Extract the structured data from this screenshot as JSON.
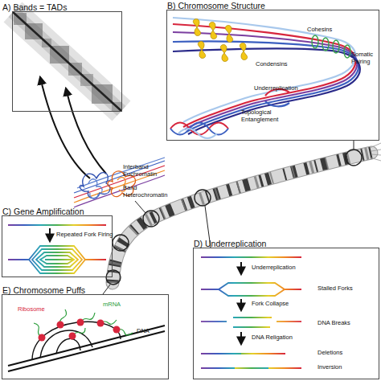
{
  "diagram": {
    "nodes": [
      {
        "text": [
          "A) Bands = TADs"
        ]
      },
      {
        "text": [
          "B) Chromosome Structure"
        ]
      },
      {
        "text": [
          "C) Gene Amplification"
        ]
      },
      {
        "text": [
          "D) Underreplication"
        ]
      },
      {
        "text": [
          "E) Chromosome Puffs"
        ]
      }
    ],
    "labels": [
      "Interband Euchromatin",
      "Band Heterochromatin",
      "Cohesins",
      "Condensins",
      "Somatic Pairing",
      "Underreplication",
      "Topological Entanglement",
      "Repeated Fork Firing",
      "Underreplication",
      "Stalled Forks",
      "Fork Collapse",
      "DNA Breaks",
      "DNA Religation",
      "Deletions",
      "Inversion",
      "Ribosome",
      "mRNA",
      "DNA"
    ]
  }
}
